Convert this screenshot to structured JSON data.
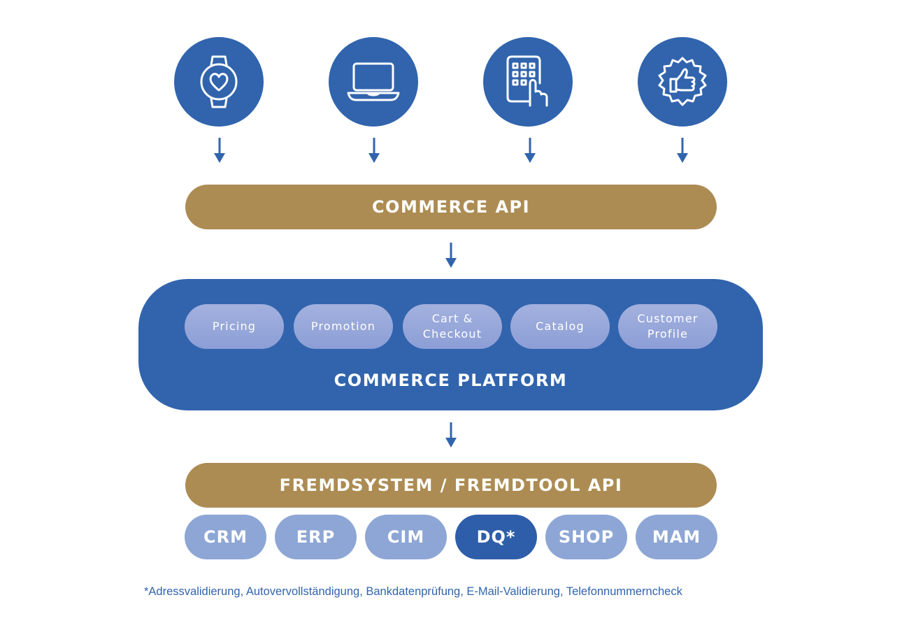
{
  "diagram": {
    "channels": [
      {
        "icon": "smartwatch-heart-icon"
      },
      {
        "icon": "laptop-icon"
      },
      {
        "icon": "tablet-touch-icon"
      },
      {
        "icon": "thumbs-up-badge-icon"
      }
    ],
    "commerce_api": {
      "label": "COMMERCE API"
    },
    "platform": {
      "label": "COMMERCE PLATFORM",
      "modules": [
        {
          "label": "Pricing"
        },
        {
          "label": "Promotion"
        },
        {
          "label": "Cart &\nCheckout"
        },
        {
          "label": "Catalog"
        },
        {
          "label": "Customer\nProfile"
        }
      ]
    },
    "external_api": {
      "label": "FREMDSYSTEM / FREMDTOOL API"
    },
    "systems": [
      {
        "label": "CRM"
      },
      {
        "label": "ERP"
      },
      {
        "label": "CIM"
      },
      {
        "label": "DQ*",
        "highlighted": true
      },
      {
        "label": "SHOP"
      },
      {
        "label": "MAM"
      }
    ],
    "footnote": "*Adressvalidierung, Autovervollständigung, Bankdatenprüfung, E-Mail-Validierung, Telefonnummerncheck",
    "colors": {
      "blue": "#3164ad",
      "gold": "#ac8c53",
      "light_blue": "#8da6d5"
    }
  }
}
